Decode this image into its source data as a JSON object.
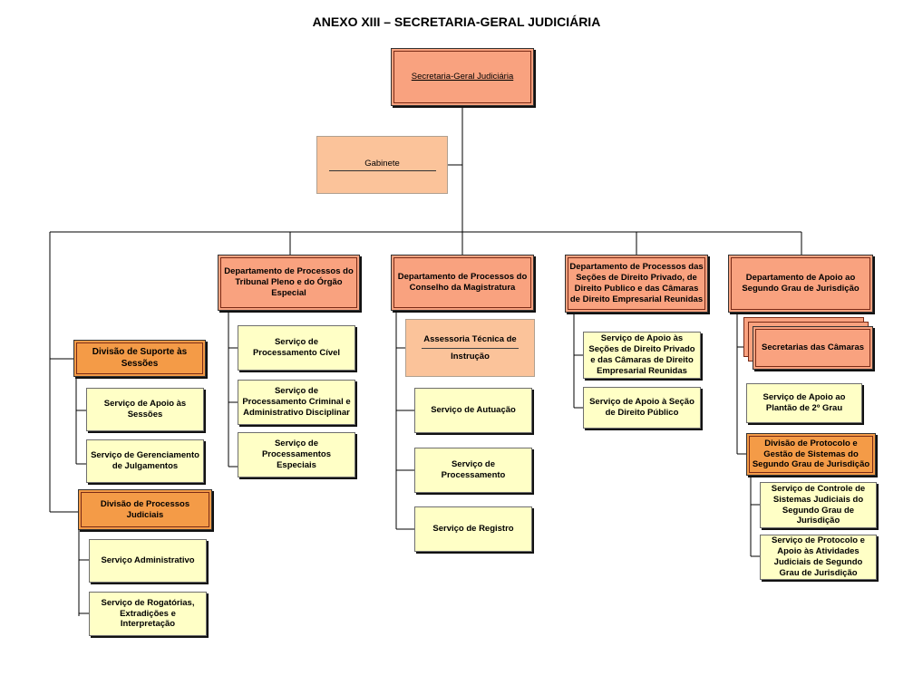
{
  "title": "ANEXO XIII – SECRETARIA-GERAL JUDICIÁRIA",
  "root": "Secretaria-Geral Judiciária",
  "gabinete": "Gabinete",
  "col1": {
    "div_suporte": "Divisão de Suporte às Sessões",
    "s_apoio_sessoes": "Serviço de Apoio às Sessões",
    "s_gerenciamento": "Serviço de Gerenciamento de Julgamentos",
    "div_processos": "Divisão de Processos Judiciais",
    "s_administrativo": "Serviço Administrativo",
    "s_rogatorias": "Serviço de Rogatórias, Extradições e Interpretação"
  },
  "col2": {
    "dept": "Departamento de Processos do Tribunal Pleno e do Órgão Especial",
    "s_civel": "Serviço de Processamento Cível",
    "s_criminal": "Serviço de Processamento Criminal e Administrativo Disciplinar",
    "s_especiais": "Serviço de Processamentos Especiais"
  },
  "col3": {
    "dept": "Departamento de Processos do Conselho da Magistratura",
    "assessoria_1": "Assessoria Técnica de",
    "assessoria_2": "Instrução",
    "s_autuacao": "Serviço de Autuação",
    "s_processamento": "Serviço de Processamento",
    "s_registro": "Serviço de Registro"
  },
  "col4": {
    "dept": "Departamento de Processos das Seções de Direito Privado, de Direito Publico e das Câmaras de Direito Empresarial Reunidas",
    "s_apoio_privado": "Serviço de Apoio às Seções de Direito Privado e das Câmaras de Direito Empresarial Reunidas",
    "s_apoio_publico": "Serviço de Apoio à Seção de Direito Público"
  },
  "col5": {
    "dept": "Departamento de Apoio ao Segundo Grau de Jurisdição",
    "secretarias": "Secretarias das Câmaras",
    "s_plantao": "Serviço de Apoio ao Plantão de 2º Grau",
    "div_protocolo": "Divisão de Protocolo e Gestão de Sistemas do Segundo Grau de Jurisdição",
    "s_controle": "Serviço de Controle de Sistemas Judiciais do Segundo Grau de Jurisdição",
    "s_protocolo": "Serviço de Protocolo e Apoio às Atividades Judiciais de Segundo Grau de Jurisdição"
  }
}
